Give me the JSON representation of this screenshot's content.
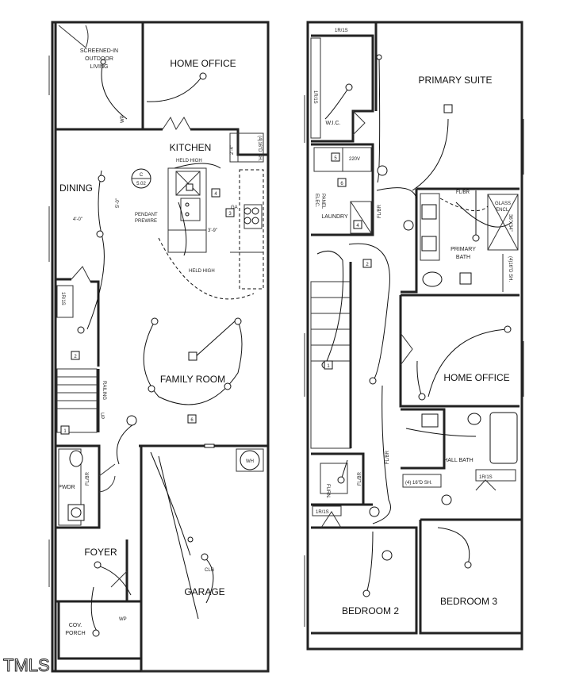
{
  "rooms": {
    "screened": [
      "SCREENED-IN",
      "OUTDOOR",
      "LIVING"
    ],
    "home_office_1": "HOME OFFICE",
    "kitchen": "KITCHEN",
    "dining": "DINING",
    "family_room": "FAMILY ROOM",
    "garage": "GARAGE",
    "foyer": "FOYER",
    "pwdr": "PWDR",
    "cov_porch": [
      "COV.",
      "PORCH"
    ],
    "primary_suite": "PRIMARY SUITE",
    "wic": "W.I.C.",
    "laundry": "LAUNDRY",
    "primary_bath": [
      "PRIMARY",
      "BATH"
    ],
    "home_office_2": "HOME OFFICE",
    "hall_bath": "HALL BATH",
    "bedroom_2": "BEDROOM 2",
    "bedroom_3": "BEDROOM 3",
    "glass_encl": [
      "GLASS",
      "ENCL."
    ]
  },
  "labels": {
    "held_high_1": "HELD HIGH",
    "held_high_2": "HELD HIGH",
    "pendant": [
      "PENDANT",
      "PREWIRE"
    ],
    "dim_5_0": "5'-0\"",
    "dim_4_0": "4'-0\"",
    "dim_3_9": "3'-9\"",
    "dim_2_4": "2'-4\"",
    "callout_c": "C",
    "callout_502": "5.02",
    "sh_4_16": "(4)16\"D SH.",
    "sh_4_16_b": "(4)16\"D SH.",
    "sh_4_16_c": "(4) 16\"D SH.",
    "r1s_1": "1R/1S",
    "r1s_2": "1R/1S",
    "r1s_3": "1R/1S",
    "r1s_4": "1R/1S",
    "r1s_5": "1R/1S",
    "railing": "RAILING",
    "up": "UP",
    "wp_1": "WP",
    "wp_2": "WP",
    "ga": "GA",
    "clg": "CLG",
    "wh": "WH",
    "flbr_1": "FL/BR",
    "flbr_2": "FL/BR",
    "flbr_3": "FL/BR",
    "flbr_4": "FL/BR",
    "flbr_5": "FL/BR",
    "furn": "FURN.",
    "elec_panel": [
      "ELEC.",
      "PANEL"
    ],
    "v220": "220V",
    "glass_dim": "36\"X34\"",
    "num_1a": "1",
    "num_1b": "1",
    "num_2a": "2",
    "num_2b": "2",
    "num_3": "3",
    "num_4a": "4",
    "num_4b": "4",
    "num_5": "5",
    "num_6a": "6",
    "num_6b": "6"
  },
  "watermark": "TMLS"
}
